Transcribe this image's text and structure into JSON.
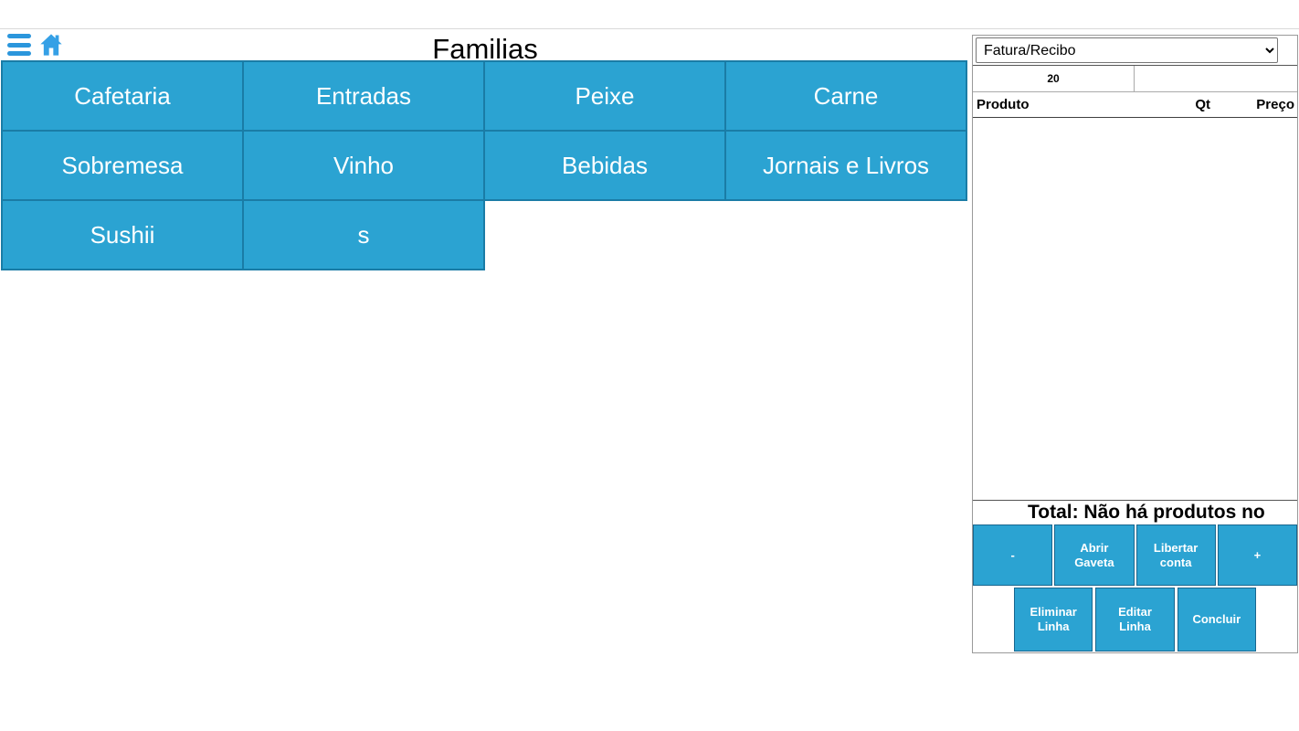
{
  "header": {
    "title": "Familias"
  },
  "toolbar": {
    "menu_icon": "hamburger-icon",
    "home_icon": "home-icon"
  },
  "families": [
    "Cafetaria",
    "Entradas",
    "Peixe",
    "Carne",
    "Sobremesa",
    "Vinho",
    "Bebidas",
    "Jornais e Livros",
    "Sushii",
    "s"
  ],
  "order_panel": {
    "document_type": {
      "selected": "Fatura/Recibo"
    },
    "table_number": "20",
    "table": {
      "headers": {
        "product": "Produto",
        "qty": "Qt",
        "price": "Preço"
      },
      "rows": []
    },
    "total_text": "Total: Não há produtos no",
    "actions_row1": [
      "-",
      "Abrir Gaveta",
      "Libertar conta",
      "+"
    ],
    "actions_row2": [
      "Eliminar Linha",
      "Editar Linha",
      "Concluir"
    ]
  },
  "colors": {
    "accent": "#2ba3d2",
    "accent_border": "#1a7ca6",
    "icon_blue": "#2b96dc",
    "text_on_accent": "#ffffff"
  }
}
